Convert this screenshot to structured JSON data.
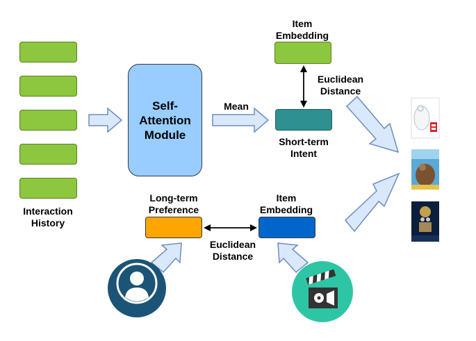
{
  "labels": {
    "interaction_history": [
      "Interaction",
      "History"
    ],
    "self_attention": [
      "Self-",
      "Attention",
      "Module"
    ],
    "mean": "Mean",
    "item_embedding_top": [
      "Item",
      "Embedding"
    ],
    "euclidean_distance_top": [
      "Euclidean",
      "Distance"
    ],
    "short_term_intent": [
      "Short-term",
      "Intent"
    ],
    "long_term_preference": [
      "Long-term",
      "Preference"
    ],
    "item_embedding_bottom": [
      "Item",
      "Embedding"
    ],
    "euclidean_distance_bottom": [
      "Euclidean",
      "Distance"
    ]
  },
  "icons": {
    "user": "user-icon",
    "movie": "clapperboard-icon"
  },
  "colors": {
    "history_box": "#8dc63f",
    "attention_box": "#99ccff",
    "item_embedding_top": "#8dc63f",
    "short_term_intent": "#2e9090",
    "long_term_preference": "#ffa500",
    "item_embedding_bottom": "#0066cc",
    "arrow_fill": "#dae8fc",
    "arrow_stroke": "#6c8ebf",
    "user_circle": "#1b5477",
    "movie_circle": "#2ec5a5"
  }
}
